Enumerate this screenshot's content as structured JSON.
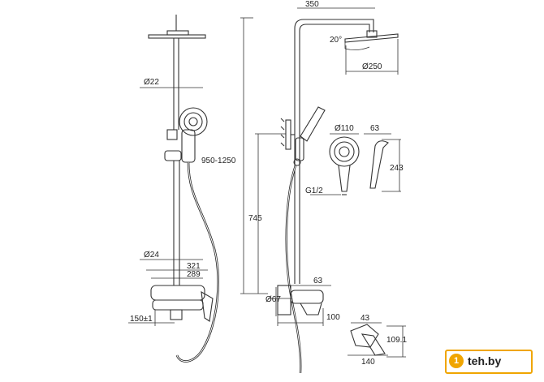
{
  "dimensions": {
    "arm_reach": "350",
    "tilt_angle": "20°",
    "head_diameter": "Ø250",
    "pipe_upper": "Ø22",
    "height_range": "950-1250",
    "hand_head_diameter": "Ø110",
    "hand_head_depth": "63",
    "hand_head_length": "243",
    "thread": "G1/2",
    "bar_height": "745",
    "pipe_lower": "Ø24",
    "width_321": "321",
    "width_289": "289",
    "wall_offset": "63",
    "wall_flange": "Ø67",
    "centres": "150±1",
    "spout_reach": "100",
    "handle_43": "43",
    "handle_109": "109.1",
    "handle_140": "140"
  },
  "watermark": {
    "badge": "1",
    "text": "teh.by"
  }
}
